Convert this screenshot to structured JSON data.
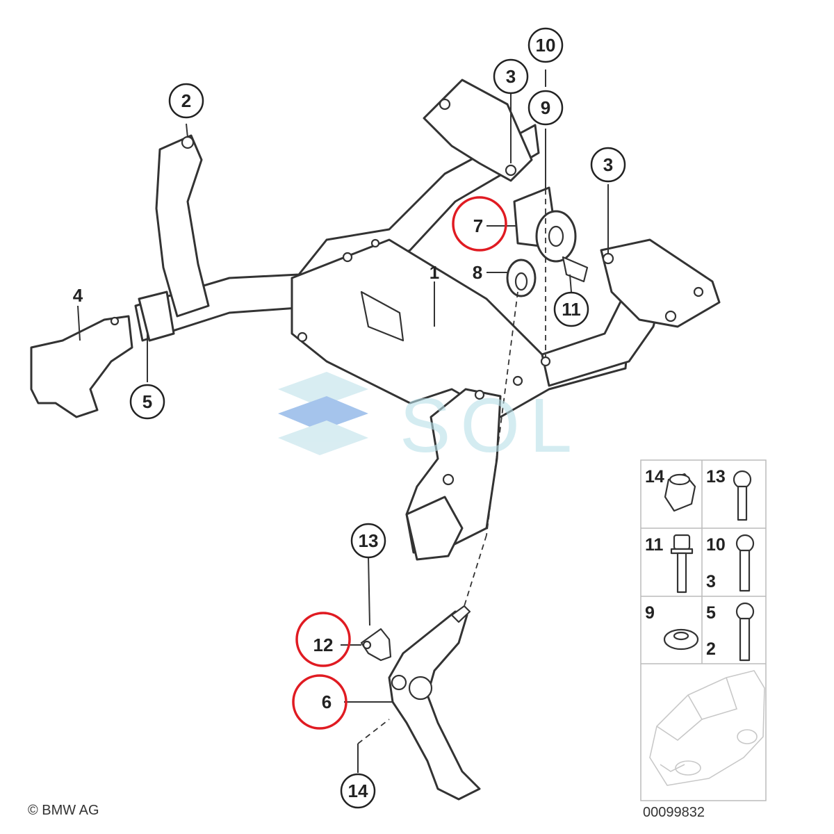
{
  "callouts": {
    "c1": "1",
    "c2": "2",
    "c3a": "3",
    "c3b": "3",
    "c4": "4",
    "c5": "5",
    "c6": "6",
    "c7": "7",
    "c8": "8",
    "c9": "9",
    "c10": "10",
    "c11": "11",
    "c12": "12",
    "c13": "13",
    "c14": "14"
  },
  "highlighted_parts": [
    "7",
    "12",
    "6"
  ],
  "hardware_key": {
    "r1_left": "14",
    "r1_right": "13",
    "r2_left": "11",
    "r2_right_a": "10",
    "r2_right_b": "3",
    "r3_left": "9",
    "r3_right_a": "5",
    "r3_right_b": "2"
  },
  "watermark": "SOL",
  "copyright": "© BMW AG",
  "diagram_number": "00099832",
  "colors": {
    "highlight": "#e01b22",
    "watermark": "#8fd0de",
    "line": "#333333"
  }
}
